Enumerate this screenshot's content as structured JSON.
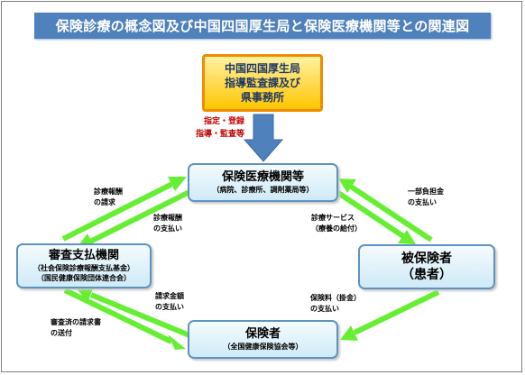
{
  "title": "保険診療の概念図及び中国四国厚生局と保険医療機関等との関連図",
  "hq": {
    "line1": "中国四国厚生局",
    "line2": "指導監査課及び",
    "line3": "県事務所"
  },
  "hq_labels": {
    "line1": "指定・登録",
    "line2": "指導・監査等"
  },
  "nodes": {
    "medical": {
      "name": "保険医療機関等",
      "sub": "（病院、診療所、調剤薬局等）"
    },
    "review": {
      "name": "審査支払機関",
      "sub1": "（社会保険診療報酬支払基金）",
      "sub2": "（国民健康保険団体連合会）"
    },
    "patient": {
      "name": "被保険者",
      "sub": "（患者）"
    },
    "insurer": {
      "name": "保険者",
      "sub": "（全国健康保険協会等）"
    }
  },
  "flows": {
    "claim_fee": {
      "line1": "診療報酬",
      "line2": "の請求"
    },
    "pay_fee": {
      "line1": "診療報酬",
      "line2": "の支払い"
    },
    "copay": {
      "line1": "一部負担金",
      "line2": "の支払い"
    },
    "service": {
      "line1": "診療サービス",
      "line2": "（療養の給付）"
    },
    "claim_amount": {
      "line1": "請求金額",
      "line2": "の支払い"
    },
    "reviewed_claim": {
      "line1": "審査済の請求書",
      "line2": "の送付"
    },
    "premium": {
      "line1": "保険料（掛金）",
      "line2": "の支払い"
    }
  },
  "colors": {
    "title_bg": "#4f81bd",
    "arrow_green": "#66ee33",
    "arrow_blue": "#4f81bd",
    "red_text": "#c00000",
    "hq_border": "#f08c00"
  }
}
